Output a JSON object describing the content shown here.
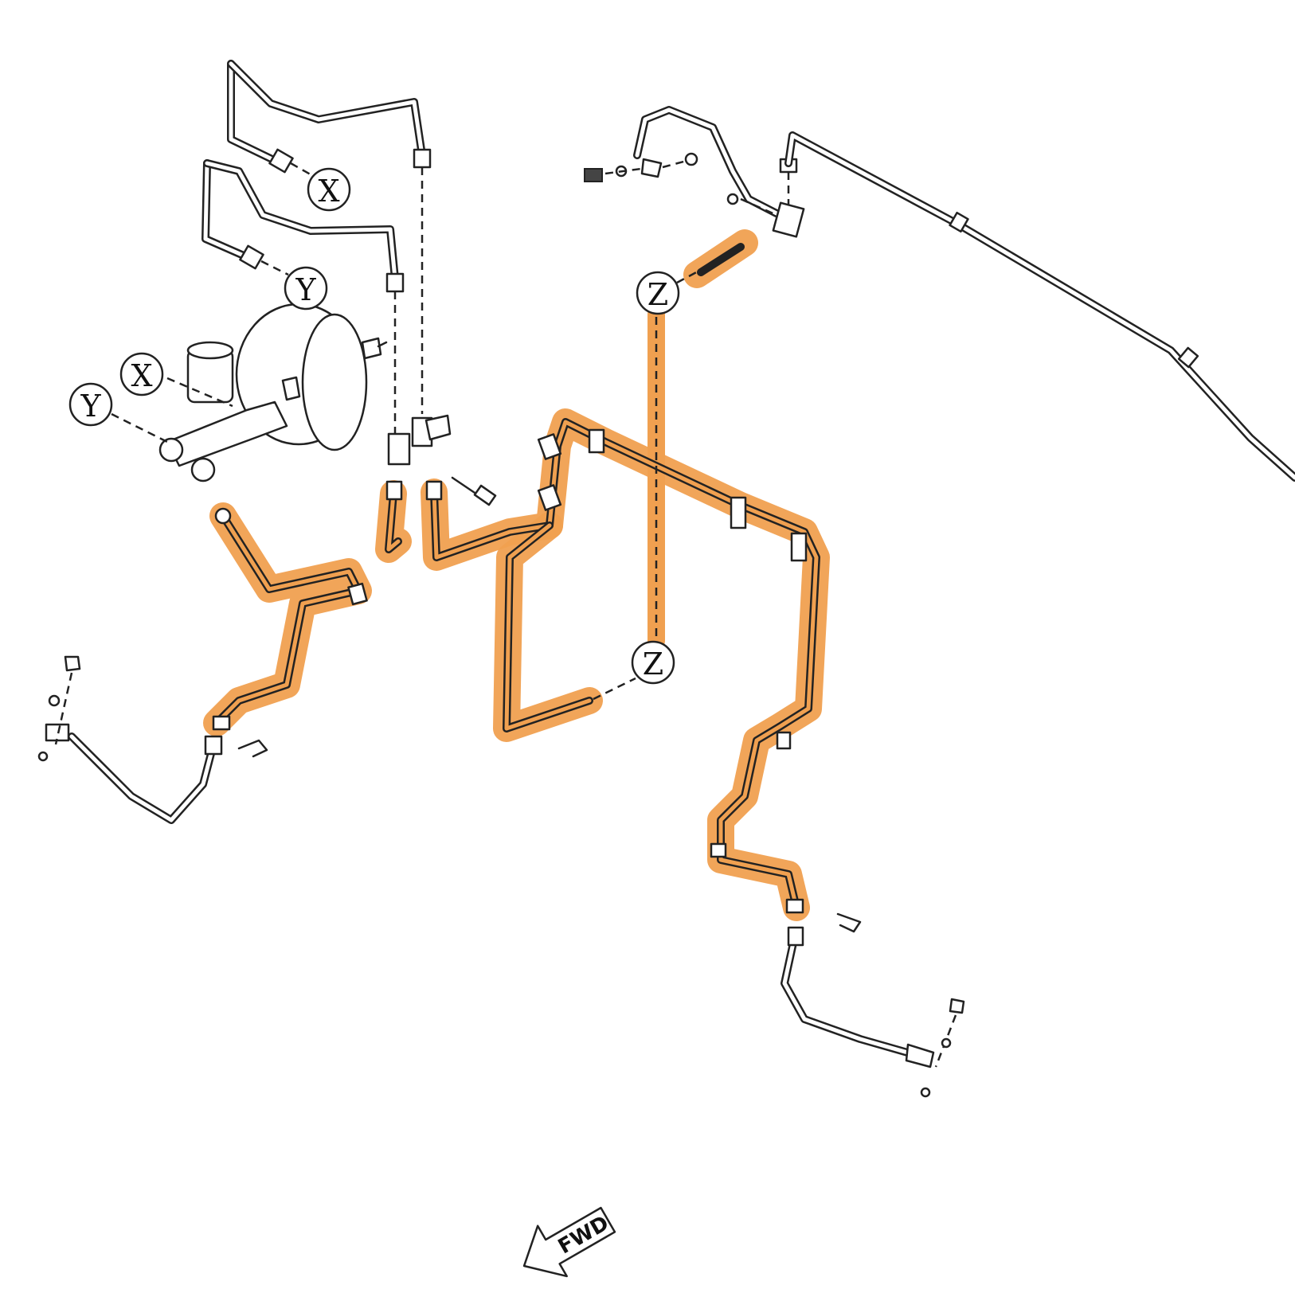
{
  "diagram": {
    "highlight_color": "#f0a050",
    "line_color": "#222222",
    "callouts": [
      {
        "id": "x-upper",
        "letter": "X"
      },
      {
        "id": "y-upper",
        "letter": "Y"
      },
      {
        "id": "x-lower",
        "letter": "X"
      },
      {
        "id": "y-lower",
        "letter": "Y"
      },
      {
        "id": "z-upper",
        "letter": "Z"
      },
      {
        "id": "z-lower",
        "letter": "Z"
      }
    ],
    "fwd_label": "FWD"
  }
}
